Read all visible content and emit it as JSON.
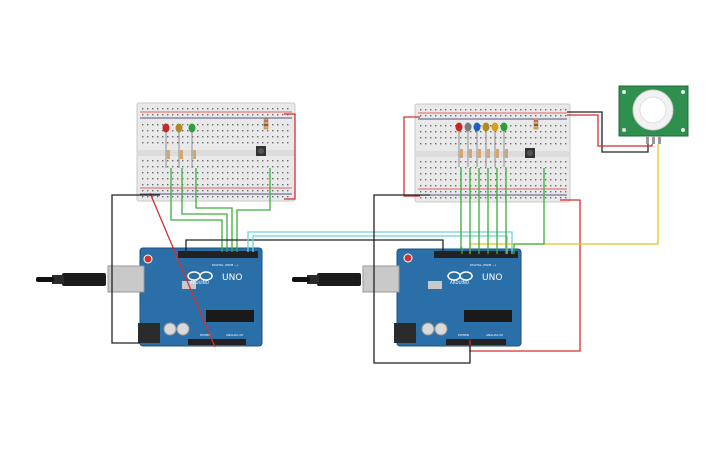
{
  "boards": {
    "left": {
      "brand": "ARDUINO",
      "model": "UNO",
      "digital_label": "DIGITAL (PWM ~)",
      "power_label": "POWER",
      "analog_label": "ANALOG IN"
    },
    "right": {
      "brand": "ARDUINO",
      "model": "UNO",
      "digital_label": "DIGITAL (PWM ~)",
      "power_label": "POWER",
      "analog_label": "ANALOG IN"
    }
  },
  "breadboards": {
    "left": {
      "led_colors": [
        "#c62828",
        "#b08a1e",
        "#2e9e3a"
      ]
    },
    "right": {
      "led_colors": [
        "#c62828",
        "#7a7a7a",
        "#1e5fc6",
        "#b08a1e",
        "#d4a017",
        "#2e9e3a"
      ]
    }
  },
  "pir_sensor": {
    "color": "#2f8f4e"
  },
  "wire_colors": {
    "red": "#d32f2f",
    "black": "#222222",
    "green": "#3cae3c",
    "yellow": "#e8c21a",
    "cyan": "#6fd0d8",
    "usb": "#cfcfcf"
  }
}
